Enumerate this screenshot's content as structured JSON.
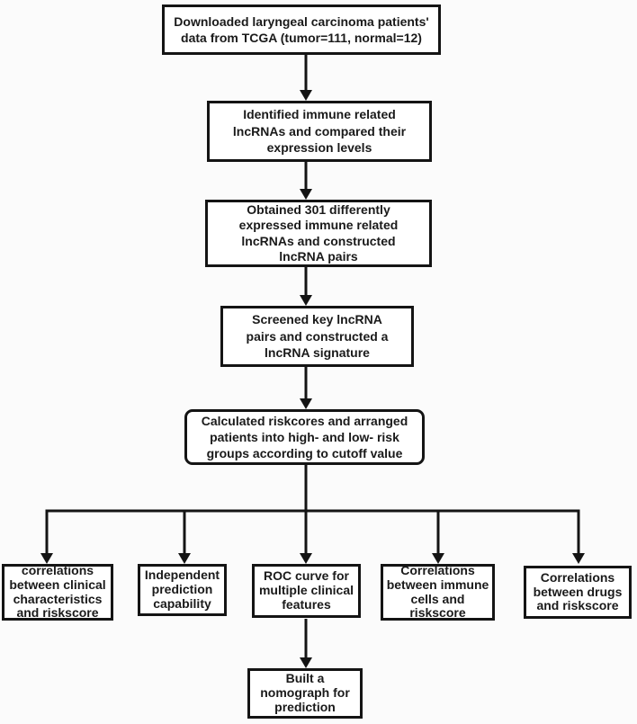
{
  "diagram": {
    "type": "flowchart",
    "colors": {
      "line": "#141414",
      "box_border": "#141414",
      "box_fill": "#ffffff",
      "background": "#fbfbfb",
      "text": "#1a1a1a"
    },
    "nodes": {
      "download": {
        "text": "Downloaded laryngeal carcinoma patients'\ndata from TCGA (tumor=111, normal=12)"
      },
      "identify": {
        "text": "Identified immune related\nlncRNAs  and compared their\nexpression levels"
      },
      "obtain": {
        "text": "Obtained 301 differently\nexpressed immune related\nlncRNAs and constructed\nlncRNA pairs"
      },
      "screen": {
        "text": "Screened key lncRNA\npairs and constructed a\nlncRNA signature"
      },
      "riskscore": {
        "text": "Calculated riskcores and  arranged\npatients into  high- and low- risk\ngroups  according to cutoff value"
      },
      "clinical_correlation": {
        "text": "correlations\nbetween clinical\ncharacteristics\nand riskscore"
      },
      "independent_prediction": {
        "text": "Independent\nprediction\ncapability"
      },
      "roc_curve": {
        "text": "ROC curve for\nmultiple clinical\nfeatures"
      },
      "immune_correlation": {
        "text": "Correlations\nbetween immune\ncells and\nriskscore"
      },
      "drug_correlation": {
        "text": "Correlations\nbetween drugs\nand riskscore"
      },
      "nomograph": {
        "text": "Built a\nnomograph for\nprediction"
      }
    },
    "edges": [
      "download -> identify",
      "identify -> obtain",
      "obtain -> screen",
      "screen -> riskscore",
      "riskscore -> clinical_correlation",
      "riskscore -> independent_prediction",
      "riskscore -> roc_curve",
      "riskscore -> immune_correlation",
      "riskscore -> drug_correlation",
      "roc_curve -> nomograph"
    ]
  }
}
